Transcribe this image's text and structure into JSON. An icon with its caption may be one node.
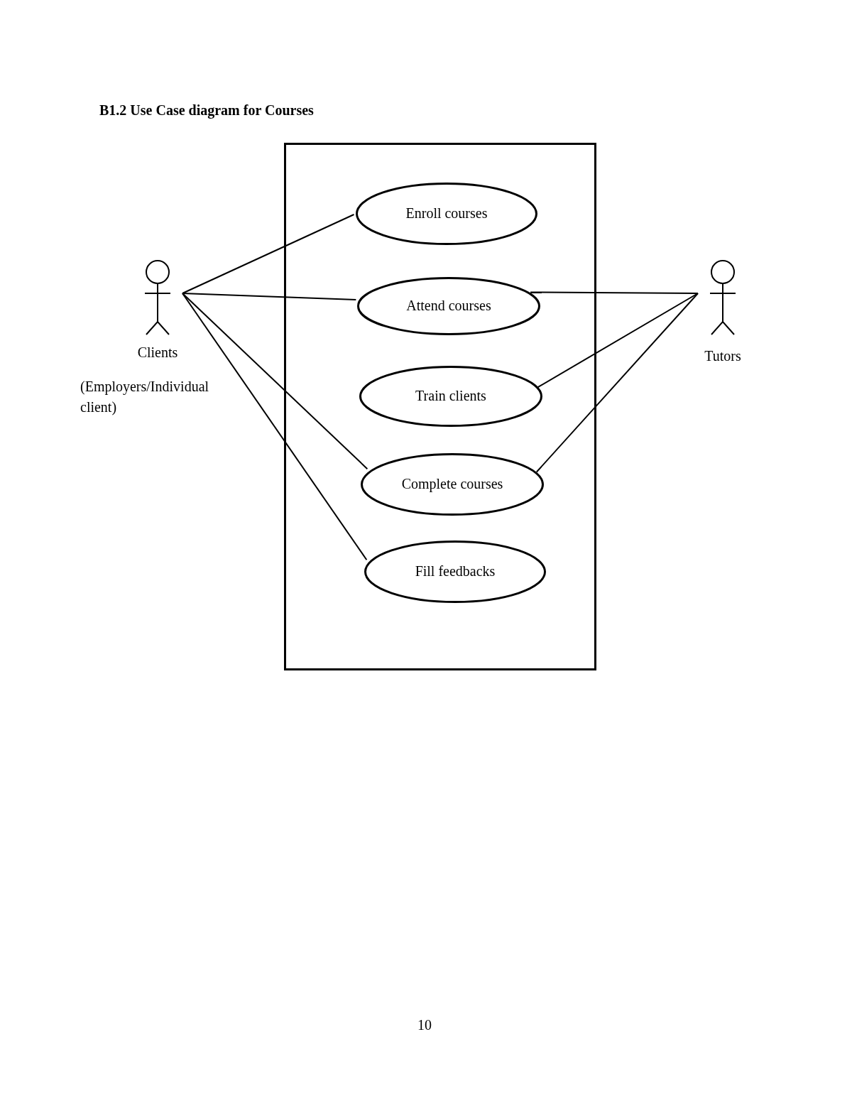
{
  "diagram": {
    "title": "B1.2 Use Case diagram for Courses",
    "nodes": [
      {
        "text": [
          "Clients"
        ],
        "beside": [
          "(Employers/Individual client)"
        ]
      },
      {
        "text": [],
        "shape": "box"
      },
      {
        "text": [
          "Enroll courses"
        ],
        "in": 1
      },
      {
        "text": [
          "Attend courses"
        ],
        "in": 1
      },
      {
        "text": [
          "Train clients"
        ],
        "in": 1
      },
      {
        "text": [
          "Complete courses"
        ],
        "in": 1
      },
      {
        "text": [
          "Fill feedbacks"
        ],
        "in": 1
      },
      {
        "text": [
          "Tutors"
        ]
      }
    ],
    "edges": [
      {
        "from": 0,
        "to": 2,
        "arrow": "none"
      },
      {
        "from": 0,
        "to": 3,
        "arrow": "none"
      },
      {
        "from": 0,
        "to": 5,
        "arrow": "none"
      },
      {
        "from": 0,
        "to": 6,
        "arrow": "none"
      },
      {
        "from": 7,
        "to": 3,
        "arrow": "none"
      },
      {
        "from": 7,
        "to": 4,
        "arrow": "none"
      },
      {
        "from": 7,
        "to": 5,
        "arrow": "none"
      }
    ],
    "labels": [
      "10"
    ]
  }
}
